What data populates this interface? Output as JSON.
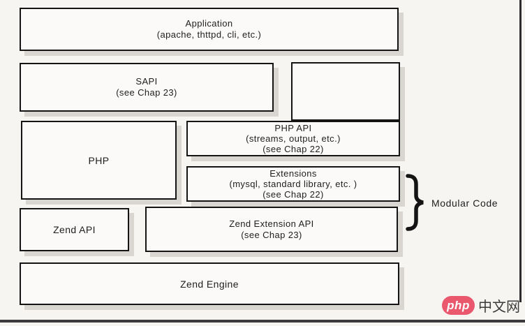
{
  "diagram": {
    "boxes": {
      "application": {
        "line1": "Application",
        "line2": "(apache, thttpd, cli, etc.)"
      },
      "sapi": {
        "line1": "SAPI",
        "line2": "(see Chap 23)"
      },
      "php": {
        "line1": "PHP"
      },
      "php_api": {
        "line1": "PHP API",
        "line2": "(streams, output, etc.)",
        "line3": "(see Chap 22)"
      },
      "extensions": {
        "line1": "Extensions",
        "line2": "(mysql, standard library, etc. )",
        "line3": "(see Chap 22)"
      },
      "zend_api": {
        "line1": "Zend API"
      },
      "zend_extension_api": {
        "line1": "Zend Extension API",
        "line2": "(see Chap 23)"
      },
      "zend_engine": {
        "line1": "Zend Engine"
      }
    },
    "annotation_label": "Modular Code",
    "colors": {
      "box_border": "#141414",
      "box_fill": "#fbfaf8",
      "shadow": "#d9d6d2",
      "background": "#f7f5f2",
      "frame_line": "#3c3c3c"
    }
  },
  "watermark": {
    "brand": "php",
    "suffix": "中文网",
    "oval_color": "#e9586c",
    "text_color": "#3a3a3a"
  }
}
